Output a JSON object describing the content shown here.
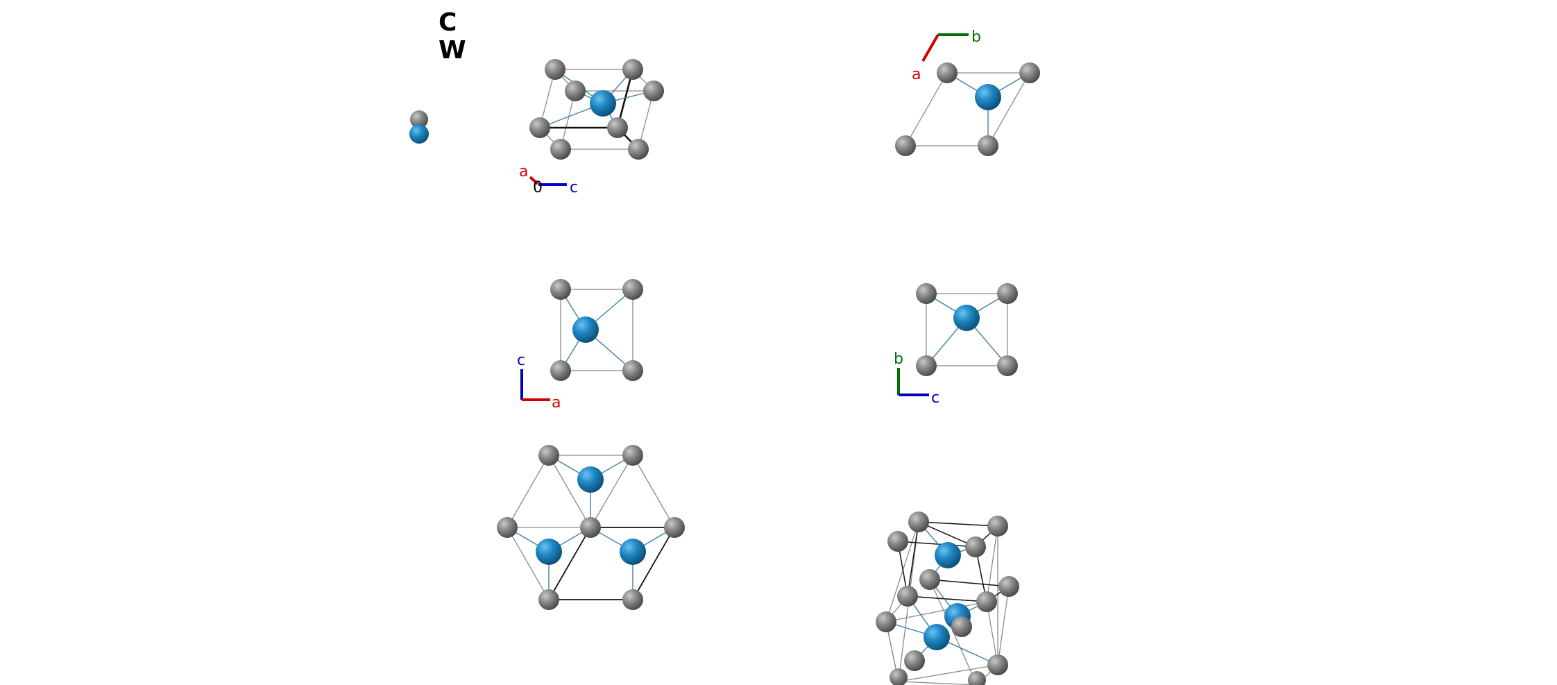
{
  "legend": {
    "elements": [
      {
        "symbol": "C",
        "color": "#808080"
      },
      {
        "symbol": "W",
        "color": "#1f87c3"
      }
    ]
  },
  "colors": {
    "C_atom": "#808080",
    "W_atom": "#1f87c3",
    "axis_a": "#d00000",
    "axis_b": "#007000",
    "axis_c": "#0000c0",
    "cell_edge": "#8a8a8a",
    "bond": "#3d7fa6"
  },
  "axes": {
    "a": "a",
    "b": "b",
    "c": "c",
    "origin": "0"
  }
}
